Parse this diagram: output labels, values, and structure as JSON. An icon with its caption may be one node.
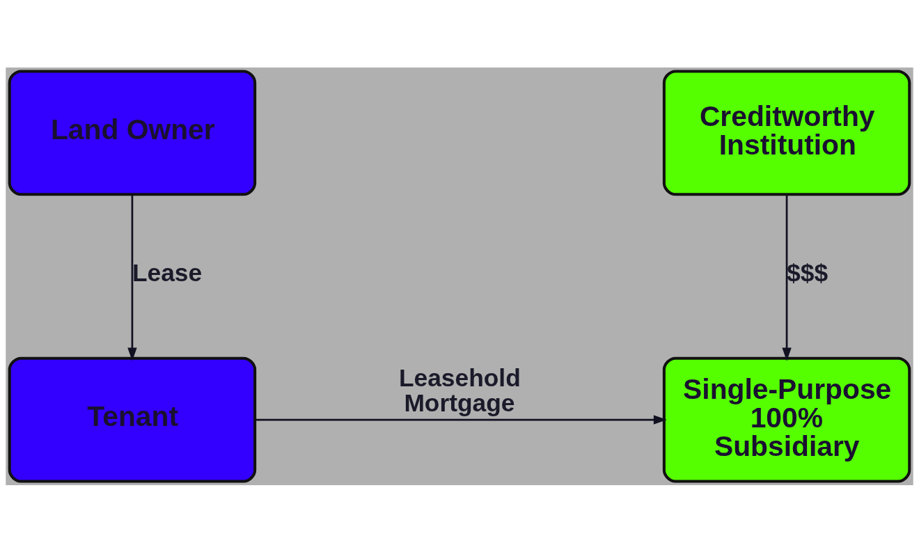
{
  "diagram": {
    "nodes": [
      {
        "text": [
          "Land Owner"
        ]
      },
      {
        "text": [
          "Creditworthy Institution"
        ]
      },
      {
        "text": [
          "Tenant"
        ]
      },
      {
        "text": [
          "Single-Purpose 100% Subsidiary"
        ]
      }
    ],
    "edges": [
      {
        "from": 0,
        "to": 2,
        "arrow": "to",
        "label": "Lease"
      },
      {
        "from": 1,
        "to": 3,
        "arrow": "to",
        "label": "$$$"
      },
      {
        "from": 2,
        "to": 3,
        "arrow": "to",
        "label": "Leasehold Mortgage"
      }
    ]
  }
}
